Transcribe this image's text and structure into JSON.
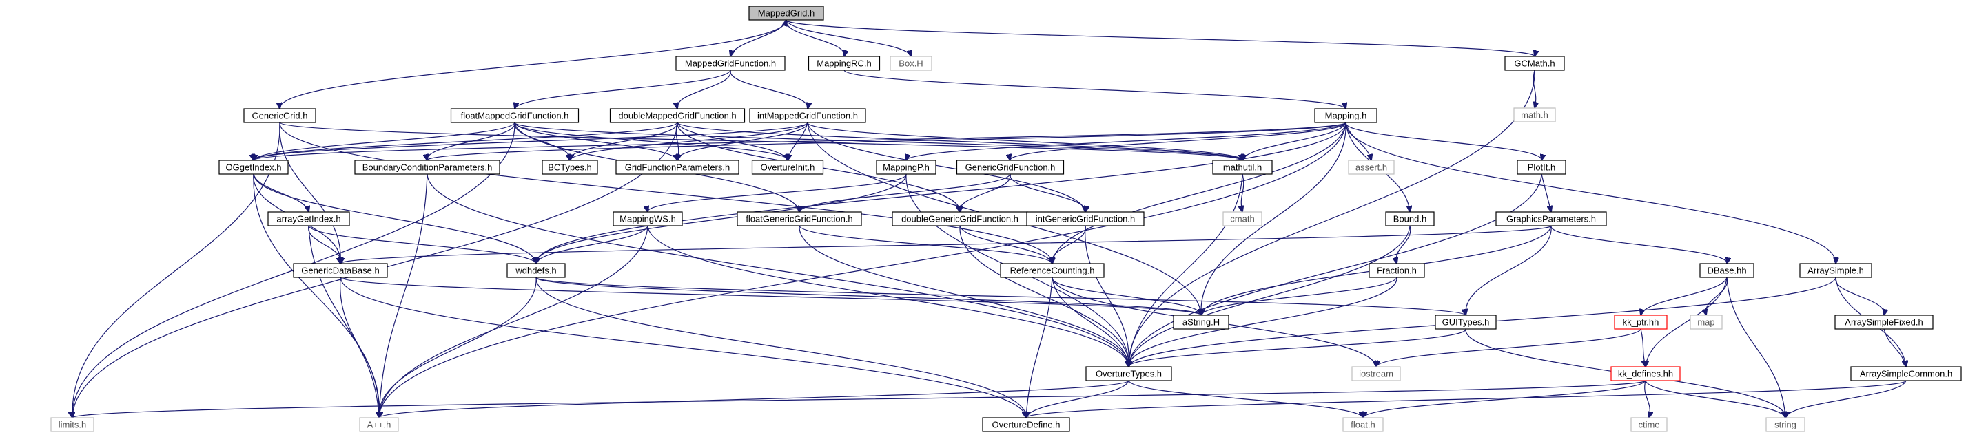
{
  "diagram": {
    "title": "",
    "nodes": [
      {
        "id": "MappedGrid.h",
        "label": "MappedGrid.h",
        "kind": "root"
      },
      {
        "id": "MappedGridFunction.h",
        "label": "MappedGridFunction.h",
        "kind": "local"
      },
      {
        "id": "MappingRC.h",
        "label": "MappingRC.h",
        "kind": "local"
      },
      {
        "id": "Box.H",
        "label": "Box.H",
        "kind": "system"
      },
      {
        "id": "GCMath.h",
        "label": "GCMath.h",
        "kind": "local"
      },
      {
        "id": "math.h",
        "label": "math.h",
        "kind": "system"
      },
      {
        "id": "GenericGrid.h",
        "label": "GenericGrid.h",
        "kind": "local"
      },
      {
        "id": "floatMappedGridFunction.h",
        "label": "floatMappedGridFunction.h",
        "kind": "local"
      },
      {
        "id": "doubleMappedGridFunction.h",
        "label": "doubleMappedGridFunction.h",
        "kind": "local"
      },
      {
        "id": "intMappedGridFunction.h",
        "label": "intMappedGridFunction.h",
        "kind": "local"
      },
      {
        "id": "Mapping.h",
        "label": "Mapping.h",
        "kind": "local"
      },
      {
        "id": "OGgetIndex.h",
        "label": "OGgetIndex.h",
        "kind": "local"
      },
      {
        "id": "BoundaryConditionParameters.h",
        "label": "BoundaryConditionParameters.h",
        "kind": "local"
      },
      {
        "id": "BCTypes.h",
        "label": "BCTypes.h",
        "kind": "local"
      },
      {
        "id": "GridFunctionParameters.h",
        "label": "GridFunctionParameters.h",
        "kind": "local"
      },
      {
        "id": "OvertureInit.h",
        "label": "OvertureInit.h",
        "kind": "local"
      },
      {
        "id": "MappingP.h",
        "label": "MappingP.h",
        "kind": "local"
      },
      {
        "id": "GenericGridFunction.h",
        "label": "GenericGridFunction.h",
        "kind": "local"
      },
      {
        "id": "mathutil.h",
        "label": "mathutil.h",
        "kind": "local"
      },
      {
        "id": "assert.h",
        "label": "assert.h",
        "kind": "system"
      },
      {
        "id": "PlotIt.h",
        "label": "PlotIt.h",
        "kind": "local"
      },
      {
        "id": "arrayGetIndex.h",
        "label": "arrayGetIndex.h",
        "kind": "local"
      },
      {
        "id": "MappingWS.h",
        "label": "MappingWS.h",
        "kind": "local"
      },
      {
        "id": "floatGenericGridFunction.h",
        "label": "floatGenericGridFunction.h",
        "kind": "local"
      },
      {
        "id": "doubleGenericGridFunction.h",
        "label": "doubleGenericGridFunction.h",
        "kind": "local"
      },
      {
        "id": "intGenericGridFunction.h",
        "label": "intGenericGridFunction.h",
        "kind": "local"
      },
      {
        "id": "cmath",
        "label": "cmath",
        "kind": "system"
      },
      {
        "id": "Bound.h",
        "label": "Bound.h",
        "kind": "local"
      },
      {
        "id": "GraphicsParameters.h",
        "label": "GraphicsParameters.h",
        "kind": "local"
      },
      {
        "id": "GenericDataBase.h",
        "label": "GenericDataBase.h",
        "kind": "local"
      },
      {
        "id": "wdhdefs.h",
        "label": "wdhdefs.h",
        "kind": "local"
      },
      {
        "id": "ReferenceCounting.h",
        "label": "ReferenceCounting.h",
        "kind": "local"
      },
      {
        "id": "Fraction.h",
        "label": "Fraction.h",
        "kind": "local"
      },
      {
        "id": "DBase.hh",
        "label": "DBase.hh",
        "kind": "local"
      },
      {
        "id": "ArraySimple.h",
        "label": "ArraySimple.h",
        "kind": "local"
      },
      {
        "id": "aString.H",
        "label": "aString.H",
        "kind": "local"
      },
      {
        "id": "GUITypes.h",
        "label": "GUITypes.h",
        "kind": "local"
      },
      {
        "id": "kk_ptr.hh",
        "label": "kk_ptr.hh",
        "kind": "truncated"
      },
      {
        "id": "map",
        "label": "map",
        "kind": "system"
      },
      {
        "id": "ArraySimpleFixed.h",
        "label": "ArraySimpleFixed.h",
        "kind": "local"
      },
      {
        "id": "OvertureTypes.h",
        "label": "OvertureTypes.h",
        "kind": "local"
      },
      {
        "id": "iostream",
        "label": "iostream",
        "kind": "system"
      },
      {
        "id": "kk_defines.hh",
        "label": "kk_defines.hh",
        "kind": "truncated"
      },
      {
        "id": "ArraySimpleCommon.h",
        "label": "ArraySimpleCommon.h",
        "kind": "local"
      },
      {
        "id": "limits.h",
        "label": "limits.h",
        "kind": "system"
      },
      {
        "id": "A++.h",
        "label": "A++.h",
        "kind": "system"
      },
      {
        "id": "OvertureDefine.h",
        "label": "OvertureDefine.h",
        "kind": "local"
      },
      {
        "id": "float.h",
        "label": "float.h",
        "kind": "system"
      },
      {
        "id": "ctime",
        "label": "ctime",
        "kind": "system"
      },
      {
        "id": "string",
        "label": "string",
        "kind": "system"
      }
    ],
    "edges": [
      [
        "MappedGrid.h",
        "MappedGridFunction.h"
      ],
      [
        "MappedGridFunction.h",
        "MappedGrid.h"
      ],
      [
        "MappedGrid.h",
        "MappingRC.h"
      ],
      [
        "MappedGrid.h",
        "Box.H"
      ],
      [
        "MappedGrid.h",
        "GCMath.h"
      ],
      [
        "MappedGrid.h",
        "GenericGrid.h"
      ],
      [
        "GCMath.h",
        "math.h"
      ],
      [
        "GCMath.h",
        "OvertureTypes.h"
      ],
      [
        "MappedGridFunction.h",
        "floatMappedGridFunction.h"
      ],
      [
        "MappedGridFunction.h",
        "doubleMappedGridFunction.h"
      ],
      [
        "MappedGridFunction.h",
        "intMappedGridFunction.h"
      ],
      [
        "MappingRC.h",
        "Mapping.h"
      ],
      [
        "GenericGrid.h",
        "GenericDataBase.h"
      ],
      [
        "GenericGrid.h",
        "limits.h"
      ],
      [
        "GenericGrid.h",
        "ReferenceCounting.h"
      ],
      [
        "GenericGrid.h",
        "mathutil.h"
      ],
      [
        "floatMappedGridFunction.h",
        "OGgetIndex.h"
      ],
      [
        "floatMappedGridFunction.h",
        "BoundaryConditionParameters.h"
      ],
      [
        "floatMappedGridFunction.h",
        "BCTypes.h"
      ],
      [
        "floatMappedGridFunction.h",
        "GridFunctionParameters.h"
      ],
      [
        "floatMappedGridFunction.h",
        "OvertureInit.h"
      ],
      [
        "floatMappedGridFunction.h",
        "floatGenericGridFunction.h"
      ],
      [
        "floatMappedGridFunction.h",
        "mathutil.h"
      ],
      [
        "floatMappedGridFunction.h",
        "limits.h"
      ],
      [
        "doubleMappedGridFunction.h",
        "OGgetIndex.h"
      ],
      [
        "doubleMappedGridFunction.h",
        "BCTypes.h"
      ],
      [
        "doubleMappedGridFunction.h",
        "GridFunctionParameters.h"
      ],
      [
        "doubleMappedGridFunction.h",
        "OvertureInit.h"
      ],
      [
        "doubleMappedGridFunction.h",
        "doubleGenericGridFunction.h"
      ],
      [
        "doubleMappedGridFunction.h",
        "mathutil.h"
      ],
      [
        "doubleMappedGridFunction.h",
        "limits.h"
      ],
      [
        "intMappedGridFunction.h",
        "OGgetIndex.h"
      ],
      [
        "intMappedGridFunction.h",
        "BCTypes.h"
      ],
      [
        "intMappedGridFunction.h",
        "GridFunctionParameters.h"
      ],
      [
        "intMappedGridFunction.h",
        "OvertureInit.h"
      ],
      [
        "intMappedGridFunction.h",
        "intGenericGridFunction.h"
      ],
      [
        "intMappedGridFunction.h",
        "mathutil.h"
      ],
      [
        "intMappedGridFunction.h",
        "aString.H"
      ],
      [
        "Mapping.h",
        "OGgetIndex.h"
      ],
      [
        "Mapping.h",
        "BoundaryConditionParameters.h"
      ],
      [
        "Mapping.h",
        "MappingP.h"
      ],
      [
        "Mapping.h",
        "GenericGridFunction.h"
      ],
      [
        "Mapping.h",
        "mathutil.h"
      ],
      [
        "Mapping.h",
        "assert.h"
      ],
      [
        "Mapping.h",
        "PlotIt.h"
      ],
      [
        "Mapping.h",
        "Bound.h"
      ],
      [
        "Mapping.h",
        "ArraySimple.h"
      ],
      [
        "Mapping.h",
        "aString.H"
      ],
      [
        "Mapping.h",
        "ReferenceCounting.h"
      ],
      [
        "Mapping.h",
        "wdhdefs.h"
      ],
      [
        "Mapping.h",
        "A++.h"
      ],
      [
        "OGgetIndex.h",
        "arrayGetIndex.h"
      ],
      [
        "OGgetIndex.h",
        "GenericDataBase.h"
      ],
      [
        "OGgetIndex.h",
        "wdhdefs.h"
      ],
      [
        "OGgetIndex.h",
        "A++.h"
      ],
      [
        "BoundaryConditionParameters.h",
        "OvertureTypes.h"
      ],
      [
        "BoundaryConditionParameters.h",
        "A++.h"
      ],
      [
        "MappingP.h",
        "MappingWS.h"
      ],
      [
        "MappingP.h",
        "OvertureTypes.h"
      ],
      [
        "MappingP.h",
        "wdhdefs.h"
      ],
      [
        "GenericGridFunction.h",
        "floatGenericGridFunction.h"
      ],
      [
        "GenericGridFunction.h",
        "doubleGenericGridFunction.h"
      ],
      [
        "GenericGridFunction.h",
        "intGenericGridFunction.h"
      ],
      [
        "mathutil.h",
        "cmath"
      ],
      [
        "mathutil.h",
        "OvertureTypes.h"
      ],
      [
        "PlotIt.h",
        "GraphicsParameters.h"
      ],
      [
        "PlotIt.h",
        "OvertureTypes.h"
      ],
      [
        "arrayGetIndex.h",
        "wdhdefs.h"
      ],
      [
        "arrayGetIndex.h",
        "GenericDataBase.h"
      ],
      [
        "arrayGetIndex.h",
        "A++.h"
      ],
      [
        "MappingWS.h",
        "wdhdefs.h"
      ],
      [
        "MappingWS.h",
        "OvertureTypes.h"
      ],
      [
        "MappingWS.h",
        "A++.h"
      ],
      [
        "floatGenericGridFunction.h",
        "ReferenceCounting.h"
      ],
      [
        "floatGenericGridFunction.h",
        "OvertureTypes.h"
      ],
      [
        "doubleGenericGridFunction.h",
        "ReferenceCounting.h"
      ],
      [
        "doubleGenericGridFunction.h",
        "OvertureTypes.h"
      ],
      [
        "intGenericGridFunction.h",
        "ReferenceCounting.h"
      ],
      [
        "intGenericGridFunction.h",
        "OvertureTypes.h"
      ],
      [
        "Bound.h",
        "Fraction.h"
      ],
      [
        "Bound.h",
        "OvertureTypes.h"
      ],
      [
        "GraphicsParameters.h",
        "GenericDataBase.h"
      ],
      [
        "GraphicsParameters.h",
        "aString.H"
      ],
      [
        "GraphicsParameters.h",
        "GUITypes.h"
      ],
      [
        "GraphicsParameters.h",
        "DBase.hh"
      ],
      [
        "GenericDataBase.h",
        "aString.H"
      ],
      [
        "GenericDataBase.h",
        "A++.h"
      ],
      [
        "GenericDataBase.h",
        "OvertureDefine.h"
      ],
      [
        "wdhdefs.h",
        "aString.H"
      ],
      [
        "wdhdefs.h",
        "A++.h"
      ],
      [
        "wdhdefs.h",
        "OvertureDefine.h"
      ],
      [
        "wdhdefs.h",
        "GUITypes.h"
      ],
      [
        "ReferenceCounting.h",
        "aString.H"
      ],
      [
        "ReferenceCounting.h",
        "OvertureTypes.h"
      ],
      [
        "ReferenceCounting.h",
        "OvertureDefine.h"
      ],
      [
        "ReferenceCounting.h",
        "iostream"
      ],
      [
        "Fraction.h",
        "aString.H"
      ],
      [
        "Fraction.h",
        "OvertureTypes.h"
      ],
      [
        "DBase.hh",
        "kk_ptr.hh"
      ],
      [
        "DBase.hh",
        "map"
      ],
      [
        "DBase.hh",
        "kk_defines.hh"
      ],
      [
        "DBase.hh",
        "string"
      ],
      [
        "ArraySimple.h",
        "ArraySimpleFixed.h"
      ],
      [
        "ArraySimple.h",
        "ArraySimpleCommon.h"
      ],
      [
        "ArraySimple.h",
        "OvertureTypes.h"
      ],
      [
        "GUITypes.h",
        "OvertureTypes.h"
      ],
      [
        "GUITypes.h",
        "string"
      ],
      [
        "kk_ptr.hh",
        "kk_defines.hh"
      ],
      [
        "kk_ptr.hh",
        "iostream"
      ],
      [
        "ArraySimpleFixed.h",
        "ArraySimpleCommon.h"
      ],
      [
        "OvertureTypes.h",
        "OvertureDefine.h"
      ],
      [
        "OvertureTypes.h",
        "float.h"
      ],
      [
        "OvertureTypes.h",
        "A++.h"
      ],
      [
        "kk_defines.hh",
        "limits.h"
      ],
      [
        "kk_defines.hh",
        "ctime"
      ],
      [
        "kk_defines.hh",
        "string"
      ],
      [
        "kk_defines.hh",
        "float.h"
      ],
      [
        "ArraySimpleCommon.h",
        "OvertureDefine.h"
      ],
      [
        "ArraySimpleCommon.h",
        "string"
      ]
    ]
  }
}
